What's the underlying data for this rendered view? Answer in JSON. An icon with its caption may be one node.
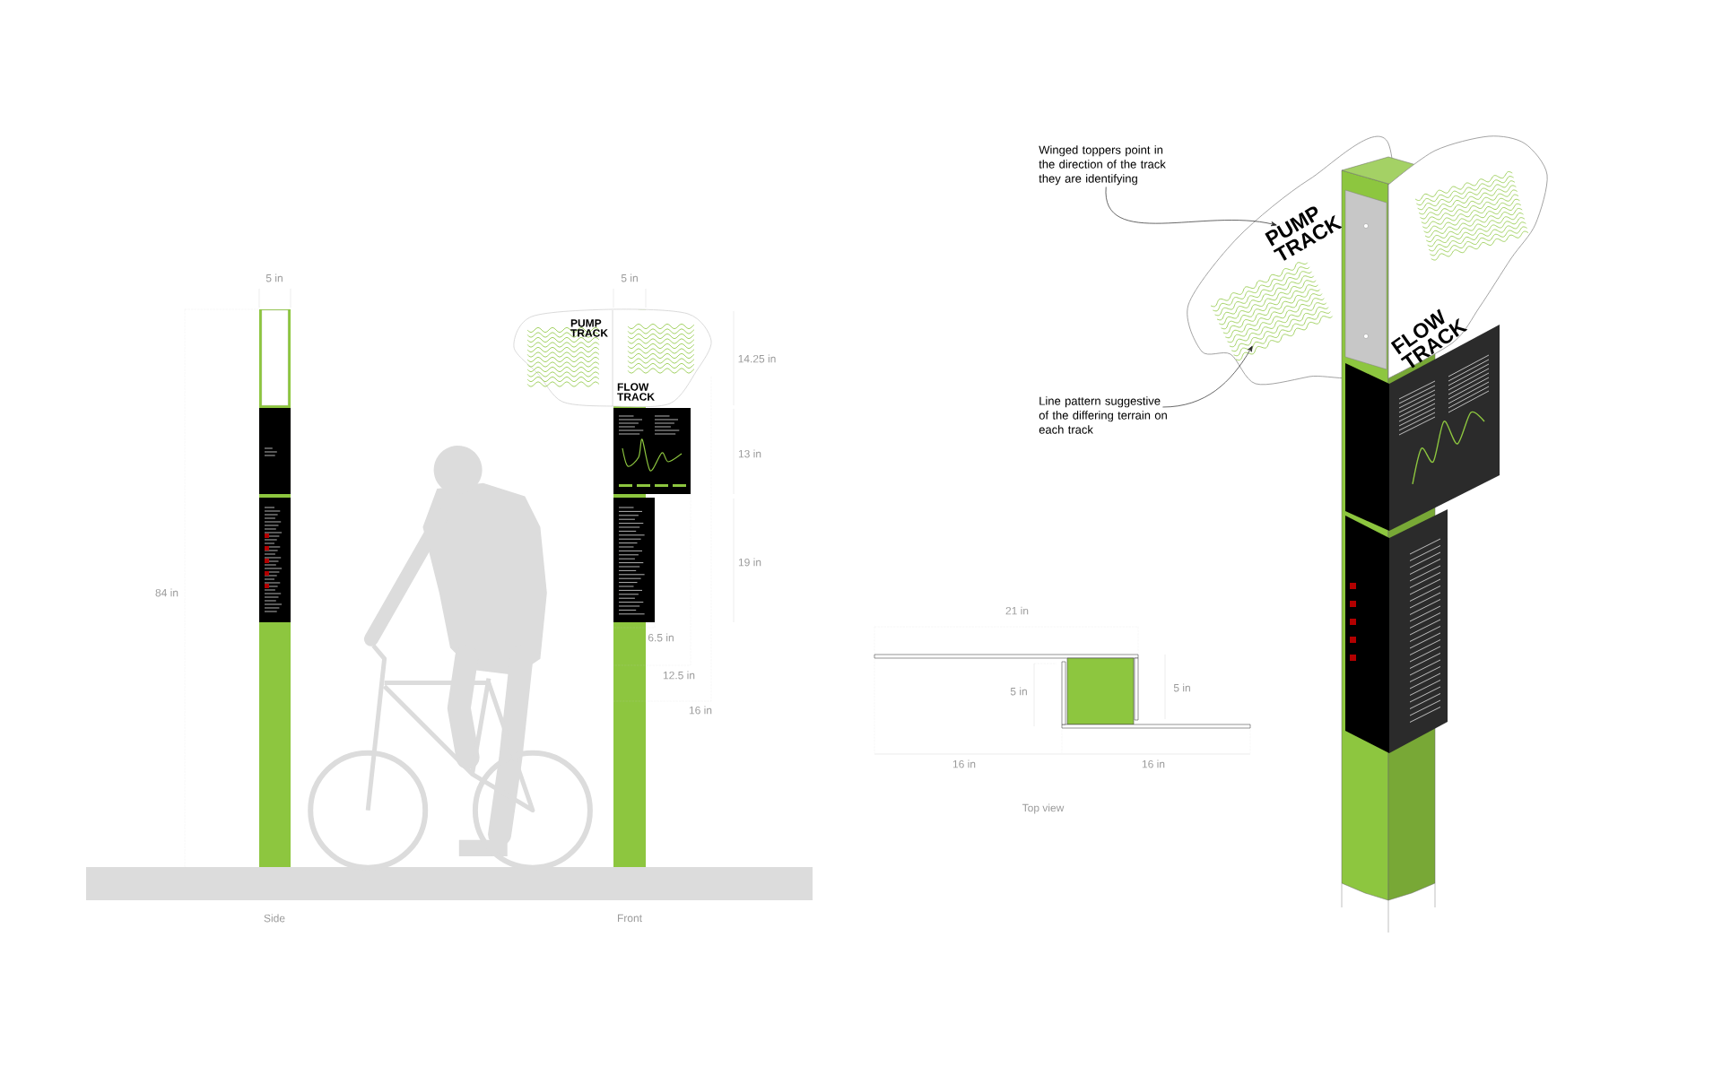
{
  "diagram": {
    "nodes": [
      {
        "text": [
          "Winged toppers point in the direction of the track they are identifying"
        ]
      },
      {
        "text": [
          "PUMP TRACK"
        ]
      },
      {
        "text": [
          "Line pattern suggestive of the differing terrain on each track"
        ]
      },
      {
        "text": [],
        "shape": "picture",
        "in": 1
      }
    ],
    "edges": [
      {
        "from": 0,
        "to": 1,
        "arrow": "to"
      },
      {
        "from": 2,
        "to": 3,
        "arrow": "to"
      }
    ],
    "labels": [
      "5 in",
      "84 in",
      "5 in",
      "PUMP TRACK",
      "FLOW TRACK",
      "14.25 in",
      "13 in",
      "19 in",
      "6.5 in",
      "12.5 in",
      "16 in",
      "Side",
      "Front",
      "21 in",
      "5 in",
      "5 in",
      "16 in",
      "16 in",
      "Top view",
      "FLOW TRACK"
    ]
  }
}
